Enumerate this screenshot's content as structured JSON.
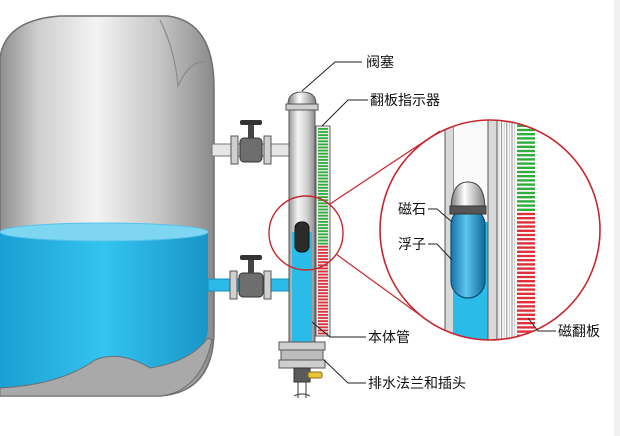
{
  "labels": {
    "valve_plug": "阀塞",
    "flap_indicator": "翻板指示器",
    "main_tube": "本体管",
    "drain_flange": "排水法兰和插头",
    "magnet": "磁石",
    "float": "浮子",
    "magnetic_flap": "磁翻板"
  },
  "indicator": {
    "level_fraction": 0.44,
    "upper_color": "#2fae3a",
    "lower_color": "#e0313a"
  },
  "colors": {
    "water": "#2bbbe8",
    "water_surface": "#7fd6f3",
    "tank_metal": "#bcbcbc",
    "callout_circle": "#c8262e",
    "pipe": "#e6e6e6"
  }
}
